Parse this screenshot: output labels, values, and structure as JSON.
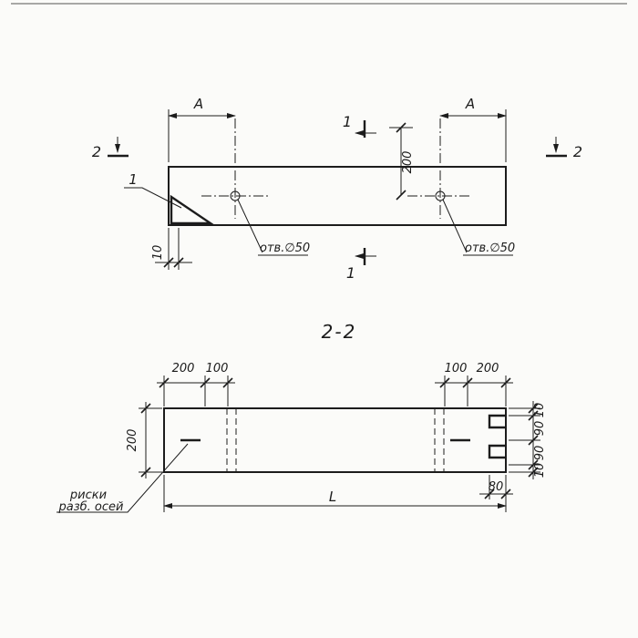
{
  "colors": {
    "ink": "#1c1c1c",
    "paper": "#fbfbf9"
  },
  "top_view": {
    "dim_a_left": "A",
    "dim_a_right": "A",
    "section1_top": "1",
    "section1_bottom": "1",
    "section2_left": "2",
    "section2_right": "2",
    "dim_200": "200",
    "dim_10": "10",
    "detail_callout": "1",
    "hole_left_label": "отв.∅50",
    "hole_right_label": "отв.∅50"
  },
  "section_view": {
    "title": "2-2",
    "dim_200_left": "200",
    "top_left": {
      "d1": "200",
      "d2": "100"
    },
    "top_right": {
      "d1": "100",
      "d2": "200"
    },
    "right": {
      "d1": "10",
      "d2": "90",
      "d3": "90",
      "d4": "10"
    },
    "dim_L": "L",
    "dim_80": "80",
    "axes_note_line1": "риски",
    "axes_note_line2": "разб. осей"
  }
}
